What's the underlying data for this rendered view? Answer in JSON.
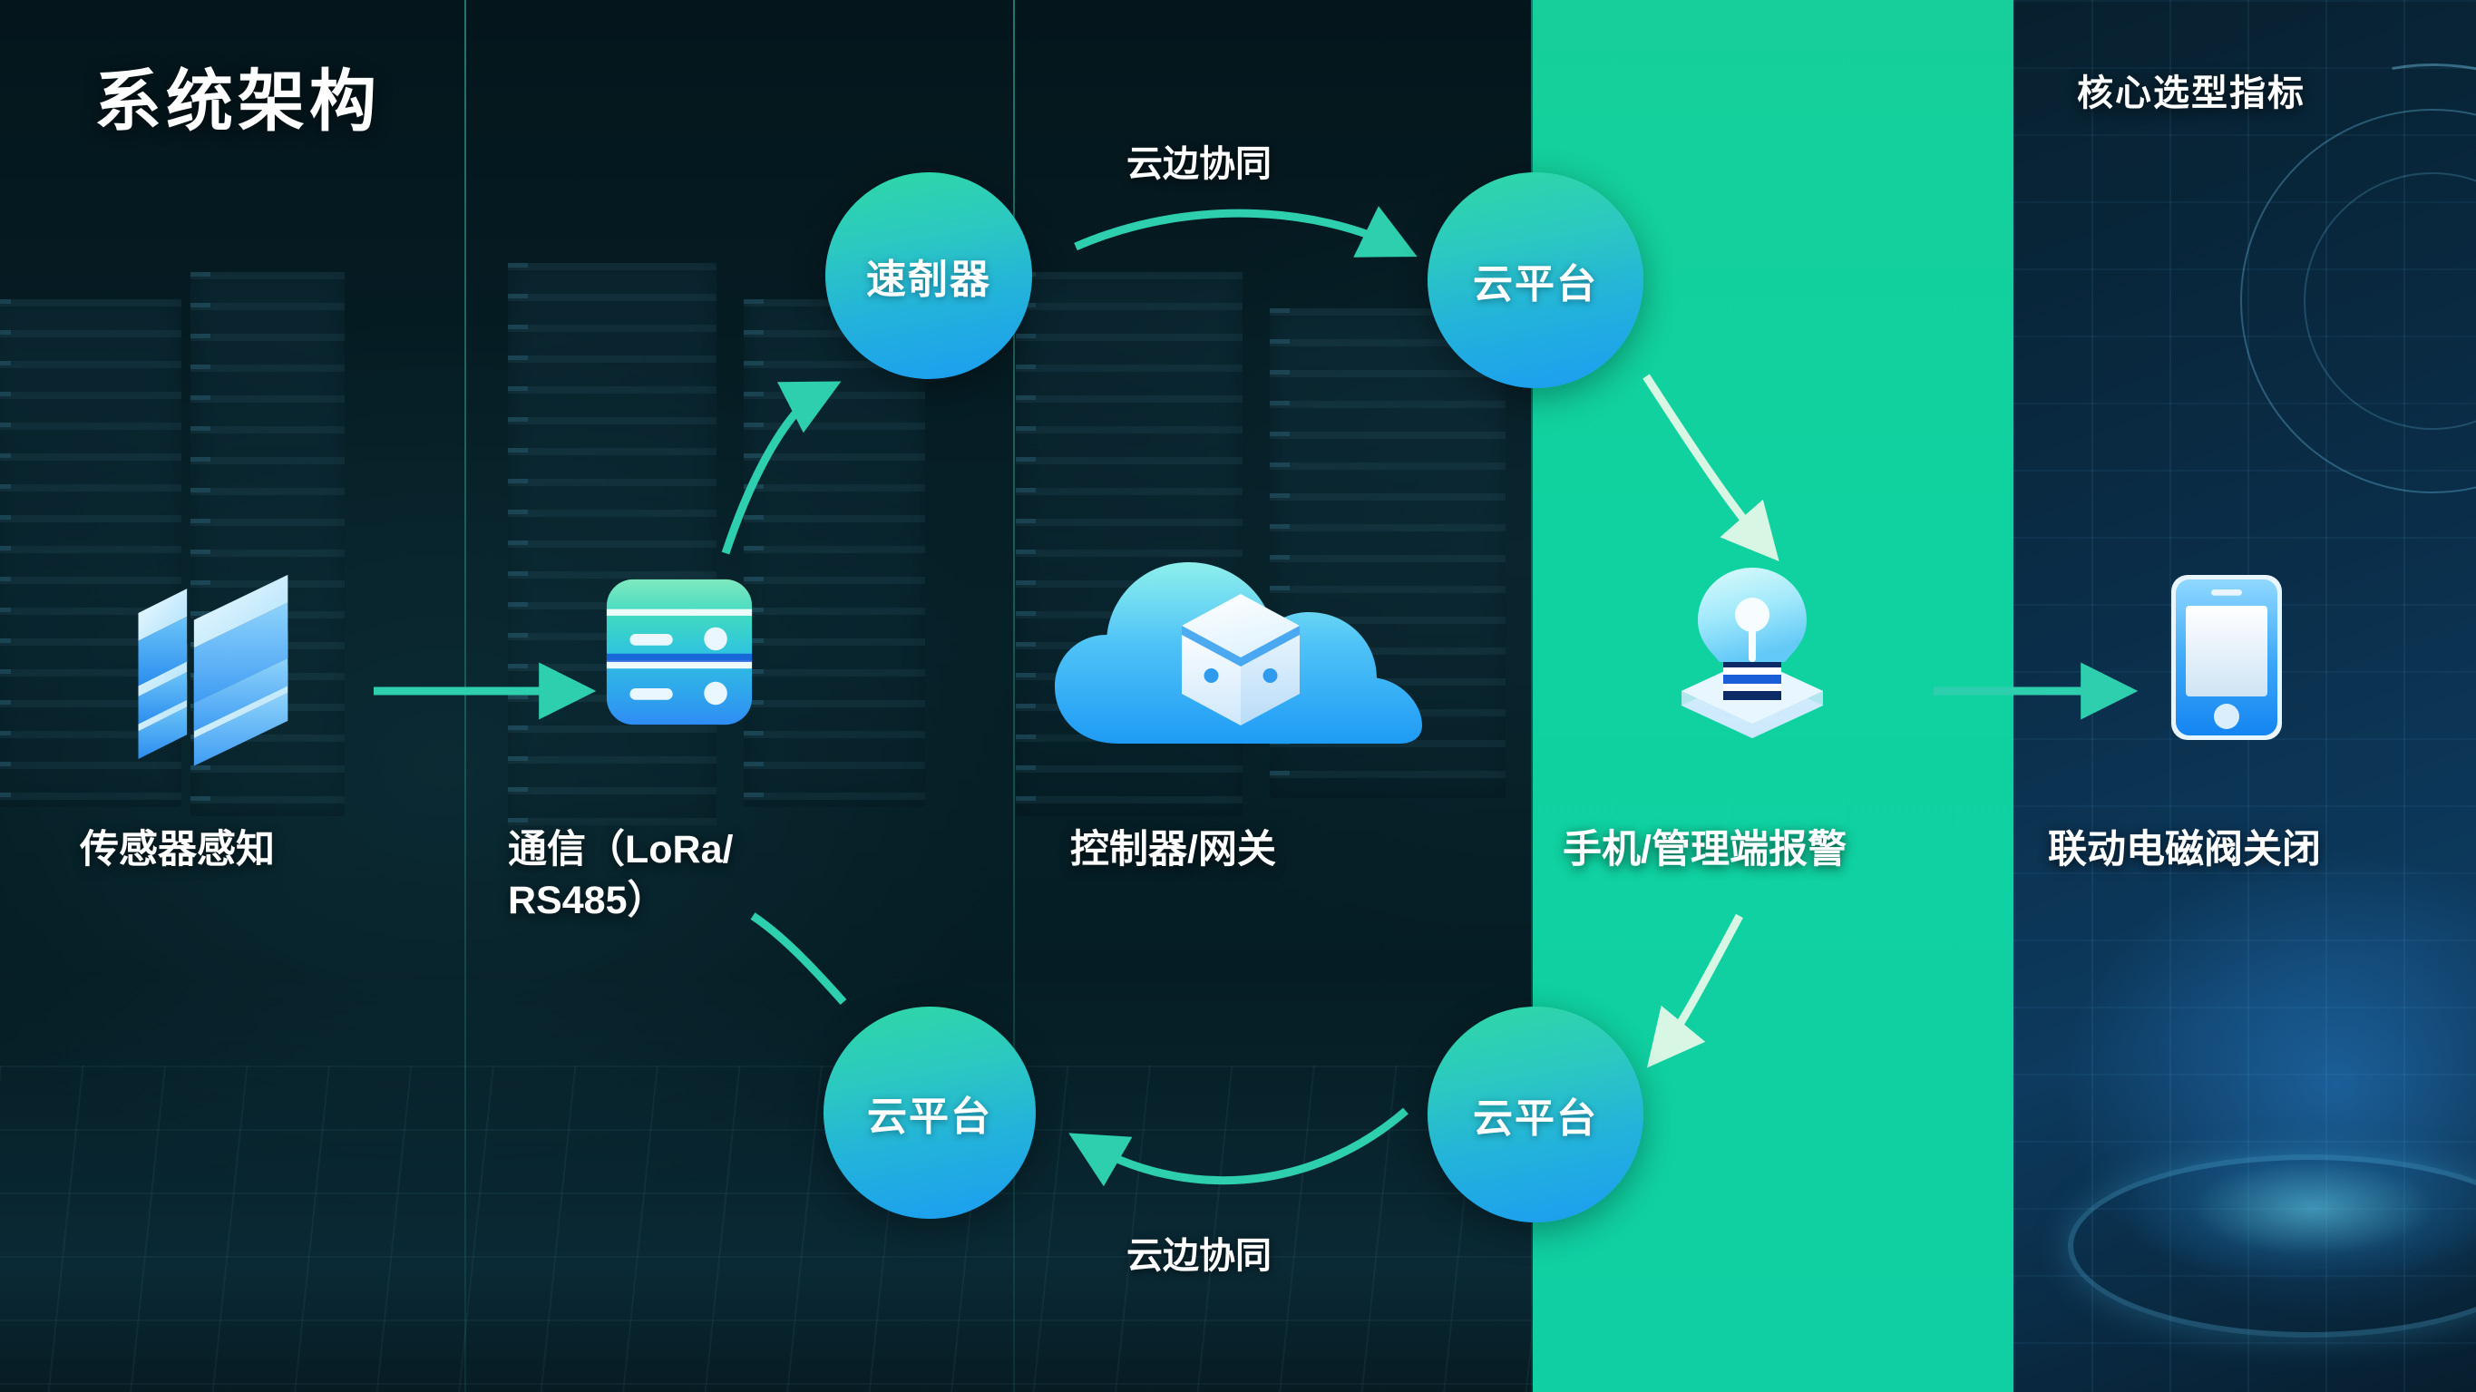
{
  "titles": {
    "left": "系统架构",
    "right": "核心选型指标"
  },
  "colors": {
    "accent_green": "#10cfa2",
    "node_gradient_start": "#2fd8a4",
    "node_gradient_end": "#1b9cf2",
    "arrow_teal": "#2ecfae",
    "arrow_light": "#d8f6e4",
    "background_dark": "#062028",
    "text_white": "#ffffff"
  },
  "stages": [
    {
      "id": "sensor",
      "caption": "传感器感知",
      "icon": "layers-stack-icon"
    },
    {
      "id": "comm",
      "caption": "通信（LoRa/\nRS485）",
      "caption_line1": "通信（LoRa/",
      "caption_line2": "RS485）",
      "icon": "server-rack-icon"
    },
    {
      "id": "controller",
      "caption": "控制器/网关",
      "icon": "cloud-cube-icon"
    },
    {
      "id": "alarm",
      "caption": "手机/管理端报警",
      "icon": "lightbulb-alarm-icon"
    },
    {
      "id": "valve",
      "caption": "联动电磁阀关闭",
      "icon": "smartphone-icon"
    }
  ],
  "nodes": [
    {
      "id": "node-top-left",
      "label": "速剞器"
    },
    {
      "id": "node-top-right",
      "label": "云平台"
    },
    {
      "id": "node-bottom-left",
      "label": "云平台"
    },
    {
      "id": "node-bottom-right",
      "label": "云平台"
    }
  ],
  "edge_labels": [
    {
      "id": "edge-top",
      "text": "云边协同"
    },
    {
      "id": "edge-bottom",
      "text": "云边协同"
    }
  ]
}
